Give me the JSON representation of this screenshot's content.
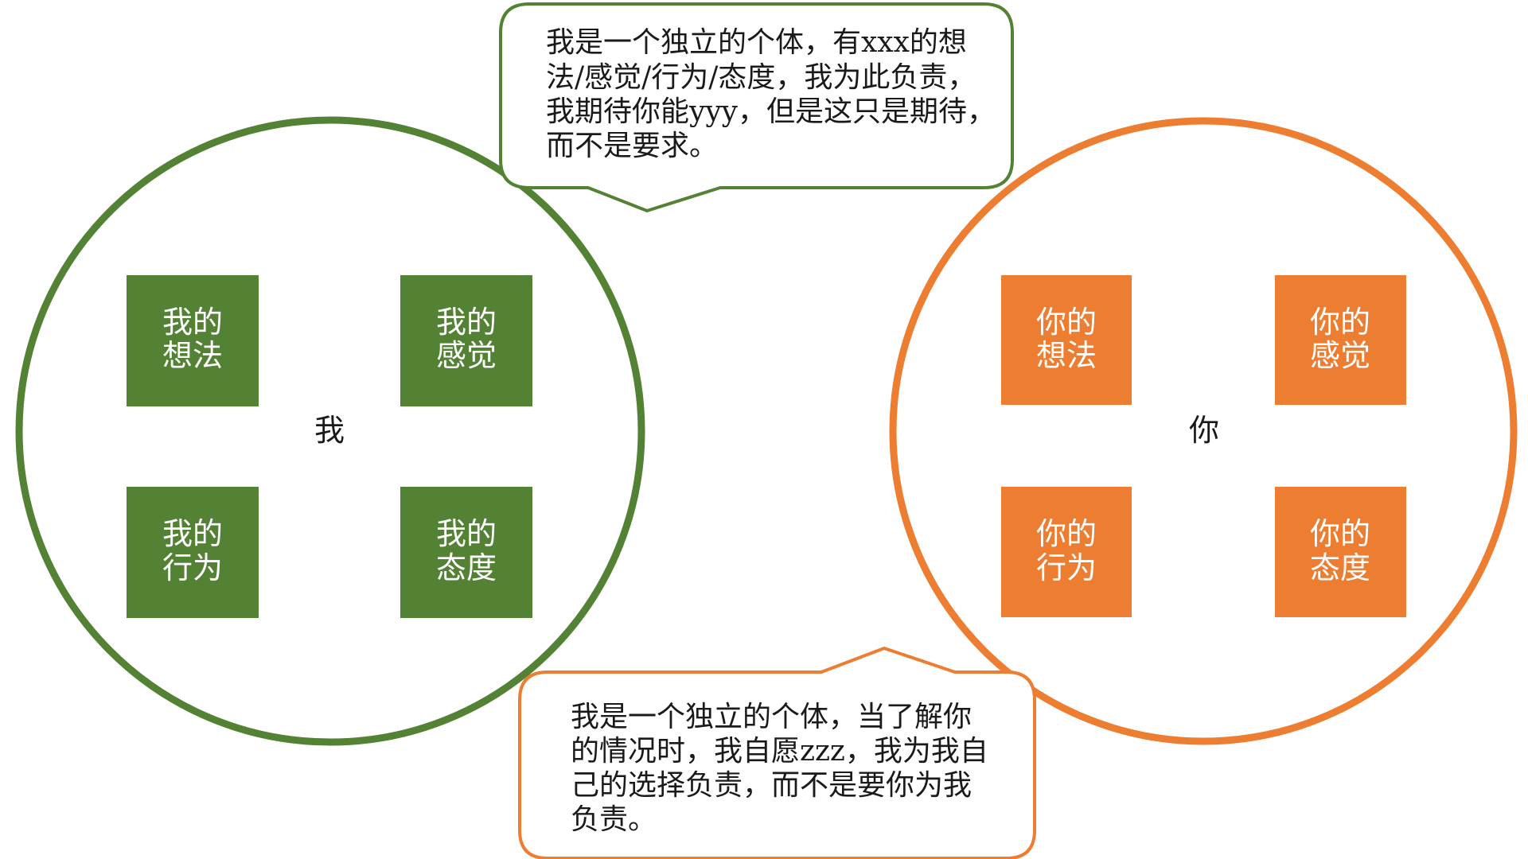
{
  "colors": {
    "me": "#548235",
    "you": "#ED7D31",
    "text": "#1a1a1a",
    "box_text": "#ffffff",
    "background": "#ffffff"
  },
  "me": {
    "label": "我",
    "boxes": [
      [
        "我的",
        "想法"
      ],
      [
        "我的",
        "感觉"
      ],
      [
        "我的",
        "行为"
      ],
      [
        "我的",
        "态度"
      ]
    ]
  },
  "you": {
    "label": "你",
    "boxes": [
      [
        "你的",
        "想法"
      ],
      [
        "你的",
        "感觉"
      ],
      [
        "你的",
        "行为"
      ],
      [
        "你的",
        "态度"
      ]
    ]
  },
  "callout_top": {
    "lines": [
      "我是一个独立的个体，有xxx的想",
      "法/感觉/行为/态度，我为此负责，",
      "我期待你能yyy，但是这只是期待，",
      "而不是要求。"
    ]
  },
  "callout_bottom": {
    "lines": [
      "我是一个独立的个体，当了解你",
      "的情况时，我自愿zzz，我为我自",
      "己的选择负责，而不是要你为我",
      "负责。"
    ]
  }
}
